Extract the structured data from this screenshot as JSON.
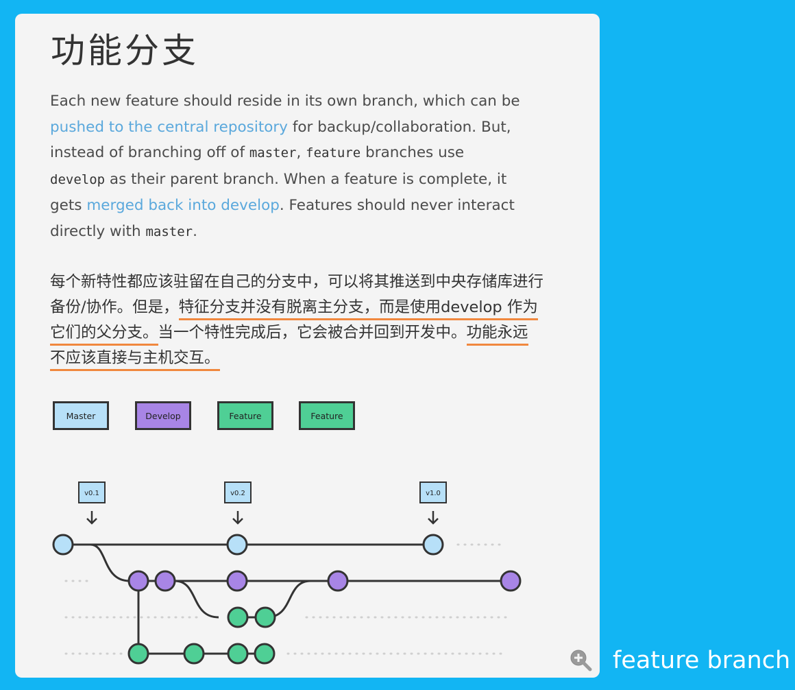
{
  "title": "功能分支",
  "english": {
    "t1": "Each new feature should reside in its own branch, which can be ",
    "link1": "pushed to the central repository",
    "t2": " for backup/collaboration. But, instead of branching off of ",
    "code1": "master",
    "t3": ", ",
    "code2": "feature",
    "t4": " branches use ",
    "code3": "develop",
    "t5": " as their parent branch. When a feature is complete, it gets ",
    "link2": "merged back into develop",
    "t6": ". Features should never interact directly with ",
    "code4": "master",
    "t7": "."
  },
  "chinese": {
    "p1": "每个新特性都应该驻留在自己的分支中，可以将其推送到中央存储库进行备份/协作。但是，",
    "hl1": "特征分支并没有脱离主分支，而是使用develop 作为它们的父分支。",
    "p2": "当一个特性完成后，它会被合并回到开发中。",
    "hl2": "功能永远不应该直接与主机交互。"
  },
  "legend": {
    "master": "Master",
    "develop": "Develop",
    "feature1": "Feature",
    "feature2": "Feature"
  },
  "tags": {
    "v01": "v0.1",
    "v02": "v0.2",
    "v10": "v1.0"
  },
  "colors": {
    "background": "#12b5f3",
    "card": "#f4f4f4",
    "master": "#b7e0f8",
    "develop": "#a885e6",
    "feature": "#4fcf95",
    "link": "#5aa8dc",
    "highlight": "#f0883e",
    "stroke": "#333333"
  },
  "caption": "feature branch",
  "zoom_icon": "zoom-in-icon"
}
